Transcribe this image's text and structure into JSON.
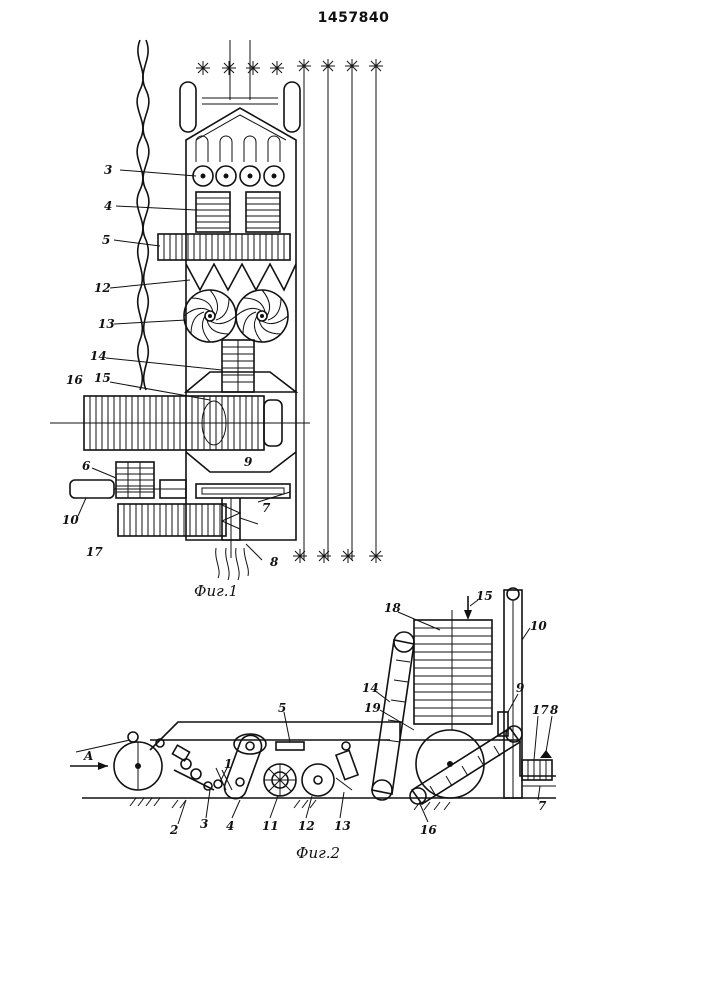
{
  "document_number": "1457840",
  "figures": [
    {
      "caption": "Фиг.1",
      "labels": [
        "3",
        "4",
        "5",
        "12",
        "13",
        "14",
        "15",
        "16",
        "6",
        "9",
        "7",
        "8",
        "10",
        "17"
      ]
    },
    {
      "caption": "Фиг.2",
      "labels": [
        "18",
        "15",
        "10",
        "14",
        "19",
        "5",
        "9",
        "17",
        "8",
        "7",
        "1",
        "2",
        "3",
        "4",
        "11",
        "12",
        "13",
        "16"
      ],
      "arrow_label": "A"
    }
  ]
}
